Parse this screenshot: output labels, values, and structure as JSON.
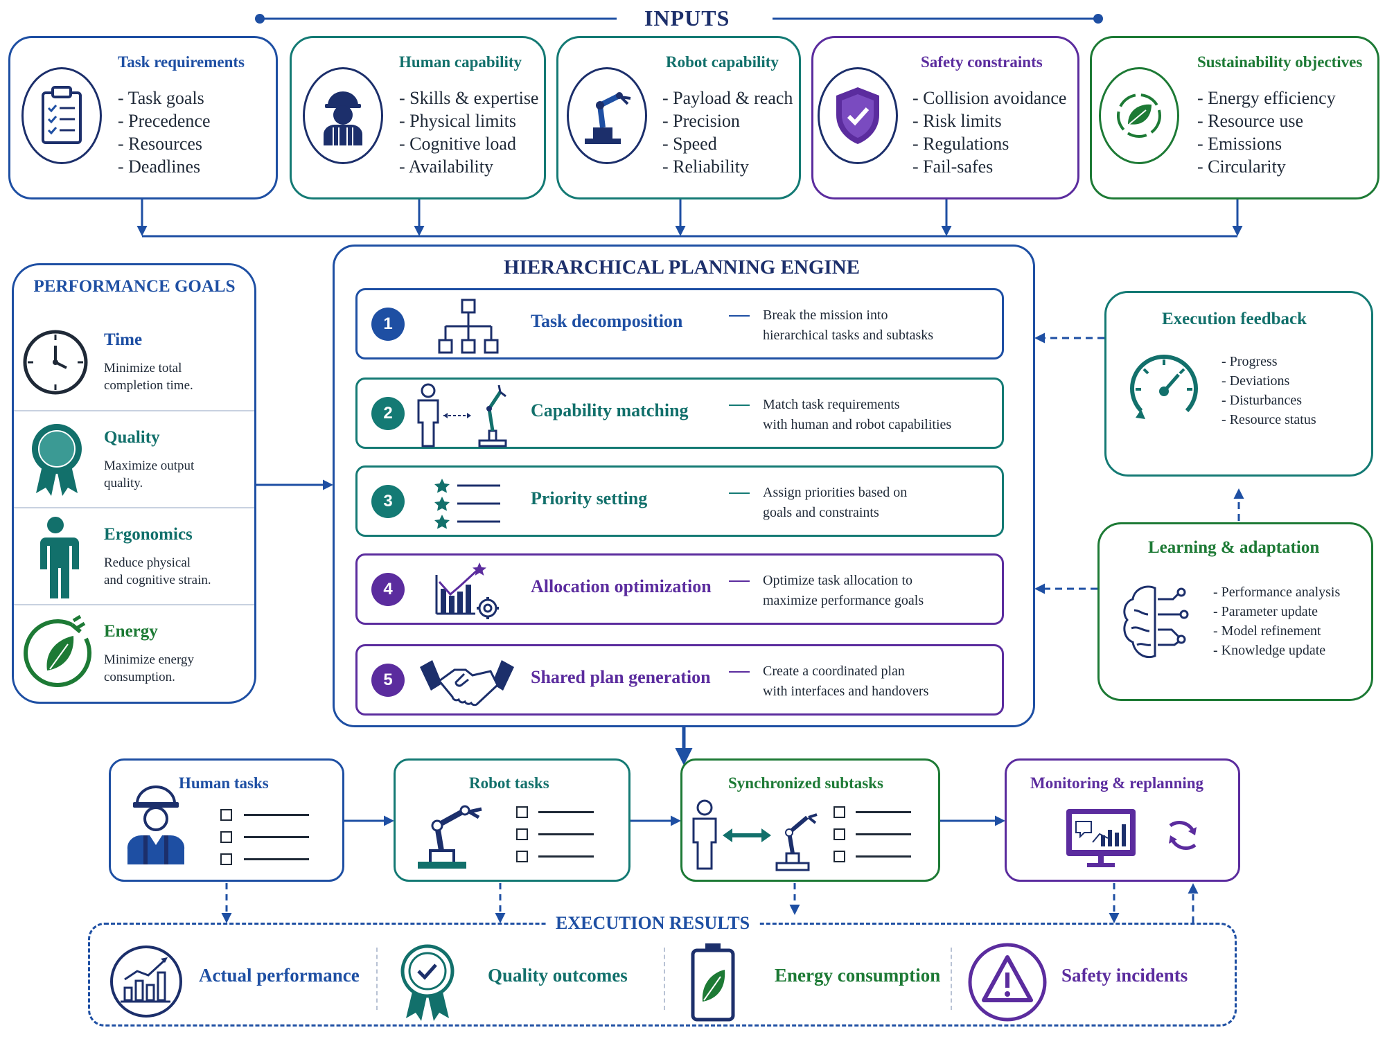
{
  "inputs": {
    "title": "INPUTS",
    "cards": [
      {
        "title": "Task requirements",
        "items": [
          "- Task goals",
          "- Precedence",
          "- Resources",
          "- Deadlines"
        ],
        "icon": "clipboard-checklist-icon"
      },
      {
        "title": "Human capability",
        "items": [
          "- Skills & expertise",
          "- Physical limits",
          "- Cognitive load",
          "- Availability"
        ],
        "icon": "worker-icon"
      },
      {
        "title": "Robot capability",
        "items": [
          "- Payload & reach",
          "- Precision",
          "- Speed",
          "- Reliability"
        ],
        "icon": "robot-arm-icon"
      },
      {
        "title": "Safety constraints",
        "items": [
          "- Collision avoidance",
          "- Risk limits",
          "- Regulations",
          "- Fail-safes"
        ],
        "icon": "shield-check-icon"
      },
      {
        "title": "Sustainability objectives",
        "items": [
          "- Energy efficiency",
          "- Resource use",
          "- Emissions",
          "- Circularity"
        ],
        "icon": "leaf-cycle-icon"
      }
    ]
  },
  "engine": {
    "title": "HIERARCHICAL PLANNING ENGINE",
    "steps": [
      {
        "num": "1",
        "title": "Task decomposition",
        "desc": [
          "Break the mission into",
          "hierarchical tasks and subtasks"
        ],
        "icon": "hierarchy-icon"
      },
      {
        "num": "2",
        "title": "Capability matching",
        "desc": [
          "Match task requirements",
          "with human and robot capabilities"
        ],
        "icon": "human-robot-match-icon"
      },
      {
        "num": "3",
        "title": "Priority setting",
        "desc": [
          "Assign priorities based on",
          "goals and constraints"
        ],
        "icon": "star-list-icon"
      },
      {
        "num": "4",
        "title": "Allocation optimization",
        "desc": [
          "Optimize task allocation to",
          "maximize performance goals"
        ],
        "icon": "chart-gear-icon"
      },
      {
        "num": "5",
        "title": "Shared plan generation",
        "desc": [
          "Create a coordinated plan",
          "with interfaces and handovers"
        ],
        "icon": "handshake-icon"
      }
    ]
  },
  "performance_goals": {
    "title": "PERFORMANCE GOALS",
    "items": [
      {
        "title": "Time",
        "desc": [
          "Minimize total",
          "completion time."
        ],
        "icon": "clock-icon"
      },
      {
        "title": "Quality",
        "desc": [
          "Maximize output",
          "quality."
        ],
        "icon": "quality-badge-icon"
      },
      {
        "title": "Ergonomics",
        "desc": [
          "Reduce physical",
          "and cognitive strain."
        ],
        "icon": "person-icon"
      },
      {
        "title": "Energy",
        "desc": [
          "Minimize energy",
          "consumption."
        ],
        "icon": "leaf-plug-icon"
      }
    ]
  },
  "execution_feedback": {
    "title": "Execution feedback",
    "items": [
      "- Progress",
      "- Deviations",
      "- Disturbances",
      "- Resource status"
    ],
    "icon": "gauge-icon"
  },
  "learning": {
    "title": "Learning & adaptation",
    "items": [
      "- Performance analysis",
      "- Parameter update",
      "- Model refinement",
      "- Knowledge update"
    ],
    "icon": "brain-circuit-icon"
  },
  "tasks": [
    {
      "title": "Human tasks",
      "icon": "worker-icon"
    },
    {
      "title": "Robot tasks",
      "icon": "robot-arm-icon"
    },
    {
      "title": "Synchronized subtasks",
      "icon": "human-robot-sync-icon"
    },
    {
      "title": "Monitoring & replanning",
      "icon": "monitor-refresh-icon"
    }
  ],
  "execution_results": {
    "title": "EXECUTION RESULTS",
    "items": [
      {
        "label": "Actual performance",
        "icon": "bar-chart-icon"
      },
      {
        "label": "Quality outcomes",
        "icon": "check-badge-icon"
      },
      {
        "label": "Energy consumption",
        "icon": "battery-leaf-icon"
      },
      {
        "label": "Safety incidents",
        "icon": "warning-triangle-icon"
      }
    ]
  },
  "colors": {
    "blue": "#1e4fa3",
    "teal": "#147a74",
    "purple": "#5b2c9e",
    "green": "#1d7a35",
    "navy": "#1c2f6b"
  }
}
